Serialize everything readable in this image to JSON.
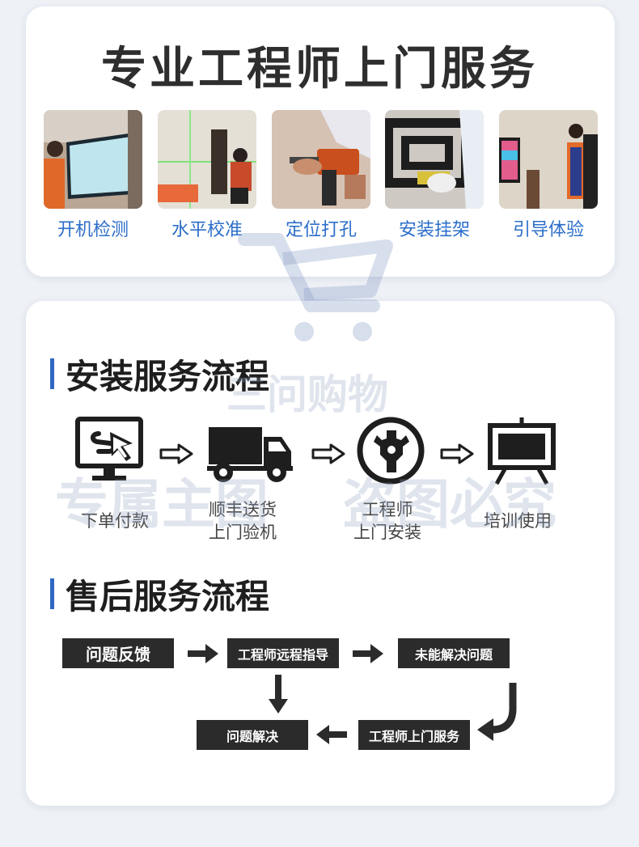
{
  "header": {
    "title": "专业工程师上门服务"
  },
  "service_photos": [
    {
      "caption": "开机检测",
      "icon": "tv-testing-photo"
    },
    {
      "caption": "水平校准",
      "icon": "laser-level-photo"
    },
    {
      "caption": "定位打孔",
      "icon": "drilling-photo"
    },
    {
      "caption": "安装挂架",
      "icon": "bracket-mount-photo"
    },
    {
      "caption": "引导体验",
      "icon": "guide-experience-photo"
    }
  ],
  "install_flow": {
    "title": "安装服务流程",
    "steps": [
      {
        "line1": "下单付款",
        "line2": "",
        "icon": "computer-cursor-icon"
      },
      {
        "line1": "顺丰送货",
        "line2": "上门验机",
        "icon": "truck-icon"
      },
      {
        "line1": "工程师",
        "line2": "上门安装",
        "icon": "wrench-icon"
      },
      {
        "line1": "培训使用",
        "line2": "",
        "icon": "easel-board-icon"
      }
    ]
  },
  "after_sales": {
    "title": "售后服务流程",
    "boxes": {
      "feedback": "问题反馈",
      "remote_guidance": "工程师远程指导",
      "unresolved": "未能解决问题",
      "onsite_service": "工程师上门服务",
      "resolved": "问题解决"
    }
  },
  "watermarks": {
    "shop": "三问购物",
    "line_left": "专属主图",
    "line_right": "盗图必究"
  },
  "colors": {
    "accent": "#2f68c4",
    "box_bg": "#2b2b2b",
    "caption": "#2c6ec9"
  }
}
